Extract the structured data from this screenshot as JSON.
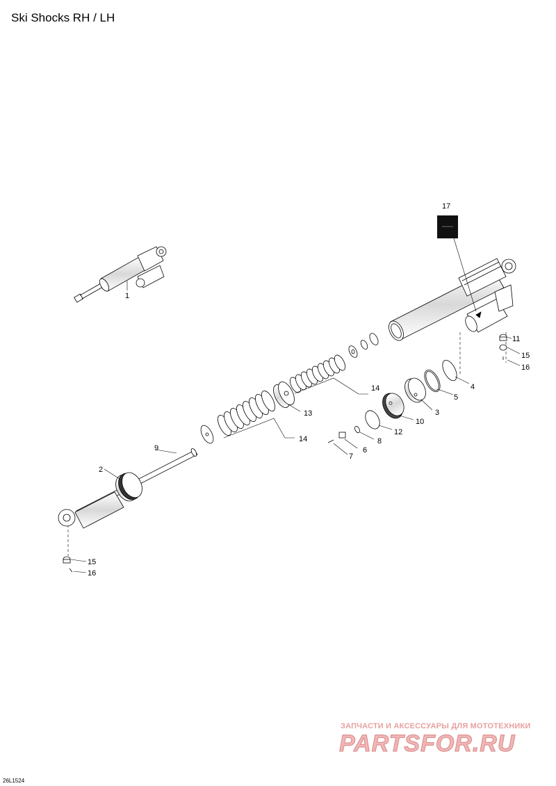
{
  "title": "Ski Shocks RH / LH",
  "drawing_code": "26L1524",
  "callouts": [
    "1",
    "2",
    "3",
    "4",
    "5",
    "6",
    "7",
    "8",
    "9",
    "10",
    "11",
    "12",
    "13",
    "14",
    "14",
    "15",
    "16",
    "15",
    "16",
    "17"
  ],
  "watermark": {
    "line1": "ЗАПЧАСТИ И АКСЕССУАРЫ ДЛЯ МОТОТЕХНИКИ",
    "line2": "PARTSFOR.RU"
  }
}
